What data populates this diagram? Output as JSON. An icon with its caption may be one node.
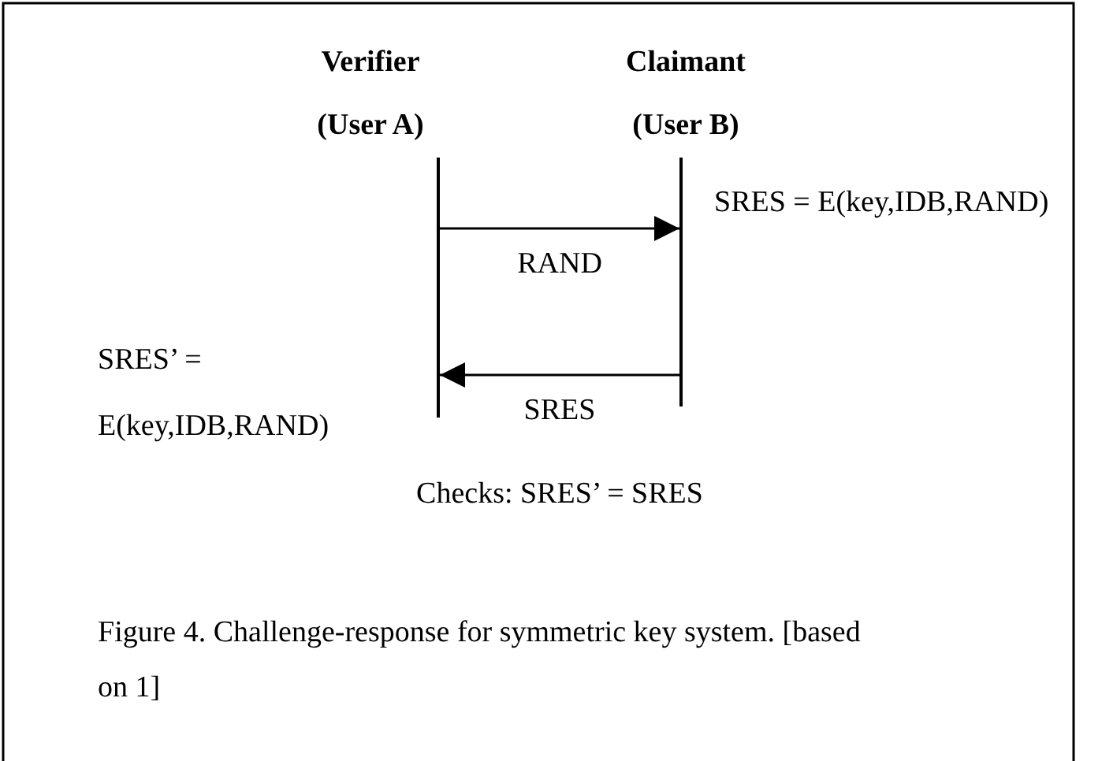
{
  "diagram": {
    "caption": "Figure 4. Challenge-response for symmetric key system. [based on 1]",
    "nodes": [
      {
        "text": [
          "Verifier (User A)"
        ]
      },
      {
        "text": [
          "Claimant (User B)"
        ]
      },
      {
        "text": [],
        "shape": "bar"
      },
      {
        "text": [],
        "shape": "bar"
      }
    ],
    "edges": [
      {
        "from": 2,
        "to": 3,
        "arrow": "to",
        "label": "RAND"
      },
      {
        "from": 3,
        "to": 2,
        "arrow": "to",
        "label": "SRES"
      }
    ],
    "labels": [
      "SRES = E(key,IDB,RAND)",
      "SRES’ = E(key,IDB,RAND)",
      "Checks: SRES’ = SRES"
    ]
  }
}
